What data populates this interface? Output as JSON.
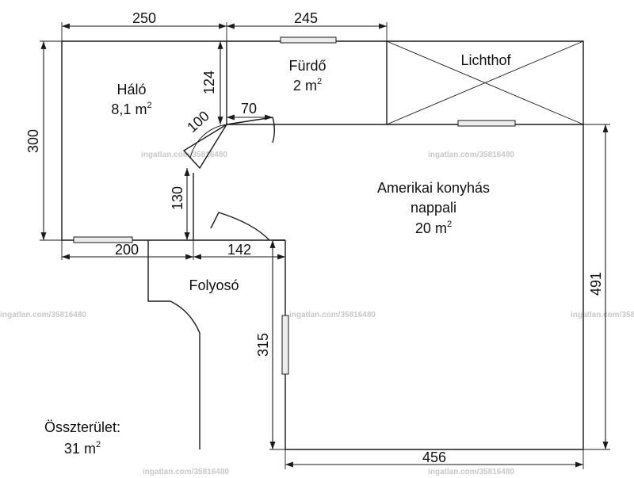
{
  "rooms": {
    "halo": {
      "name": "Háló",
      "area_num": "8,1",
      "area_unit": "m",
      "area_exp": "2"
    },
    "furdo": {
      "name": "Fürdő",
      "area_num": "2",
      "area_unit": "m",
      "area_exp": "2"
    },
    "lichthof": {
      "name": "Lichthof"
    },
    "nappali": {
      "name_line1": "Amerikai konyhás",
      "name_line2": "nappali",
      "area_num": "20",
      "area_unit": "m",
      "area_exp": "2"
    },
    "folyoso": {
      "name": "Folyosó"
    }
  },
  "dimensions": {
    "top_left_width": "250",
    "top_mid_width": "245",
    "left_height": "300",
    "bath_height": "124",
    "door_70": "70",
    "door_100": "100",
    "corridor_130": "130",
    "bottom_200": "200",
    "bottom_142": "142",
    "corridor_315": "315",
    "right_491": "491",
    "bottom_456": "456"
  },
  "total": {
    "label": "Összterület:",
    "area_num": "31",
    "area_unit": "m",
    "area_exp": "2"
  },
  "watermark": "ingatlan.com/35816480"
}
